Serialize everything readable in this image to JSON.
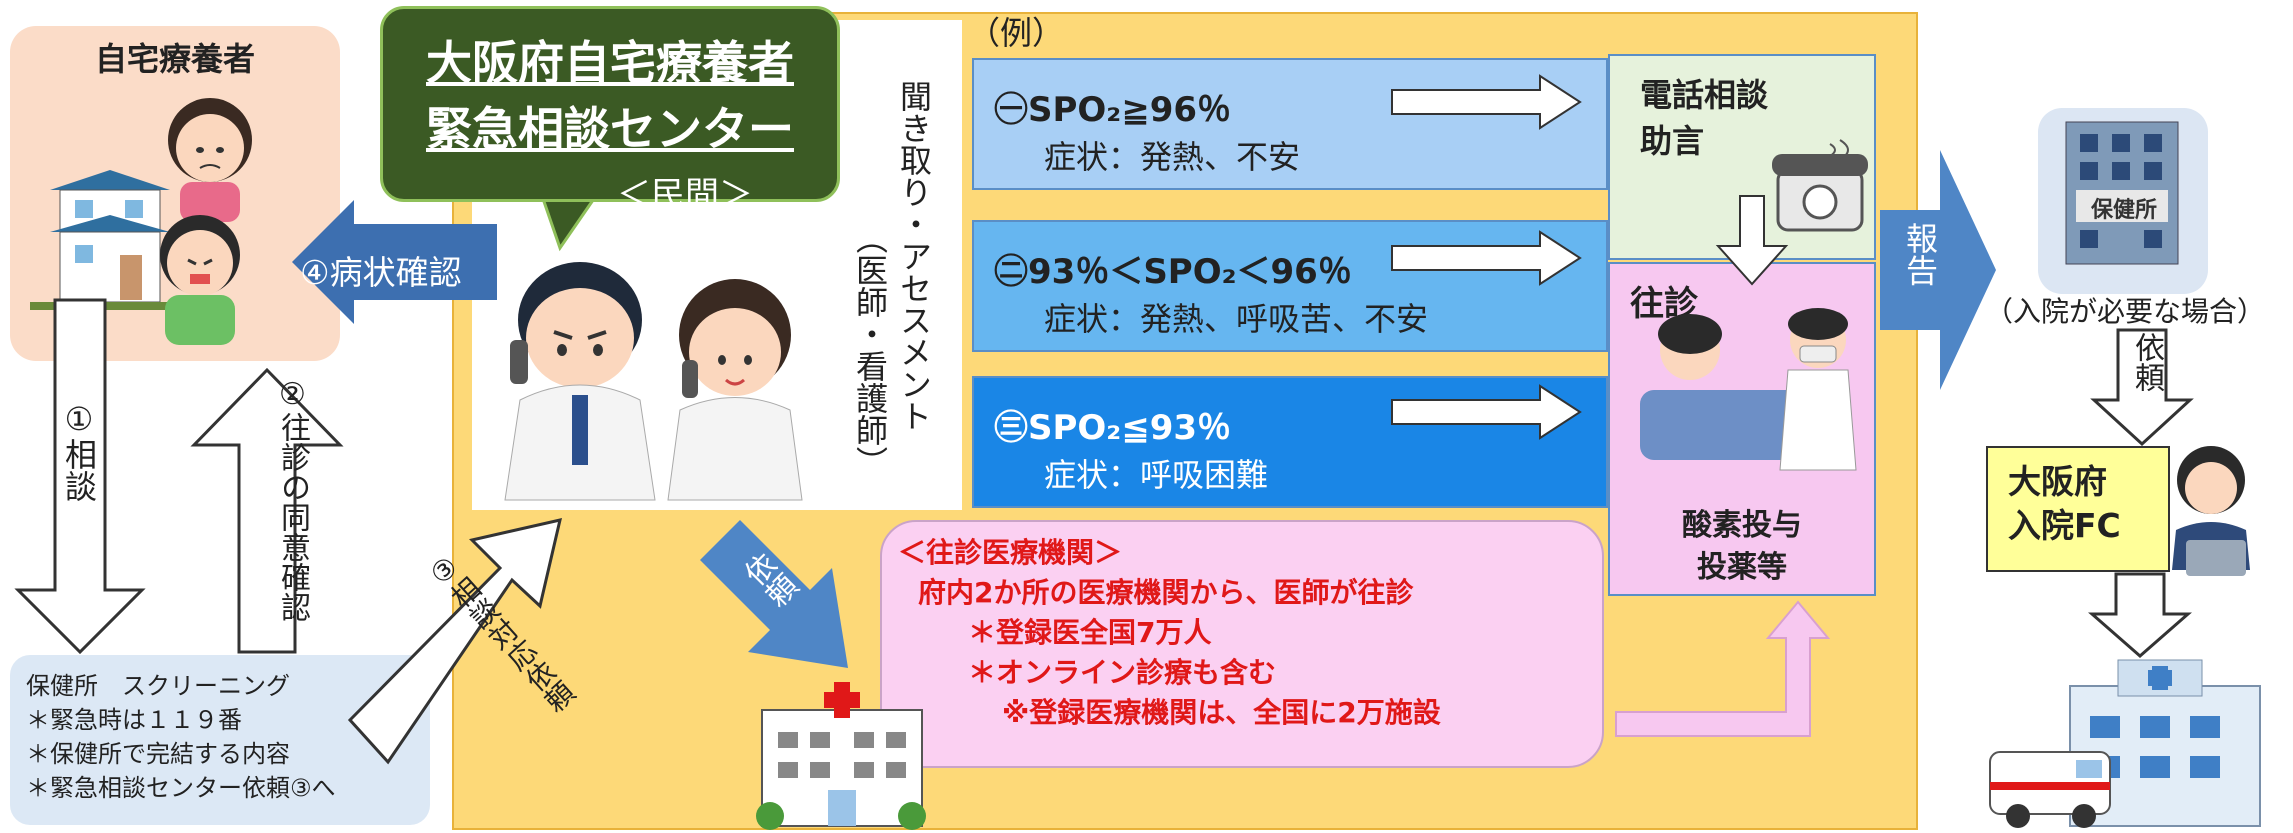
{
  "patient": {
    "title": "自宅療養者"
  },
  "center": {
    "title_line1": "大阪府自宅療養者",
    "title_line2": "緊急相談センター",
    "subtitle": "＜民間＞"
  },
  "example_label": "（例）",
  "assessment": {
    "main": "聞き取り・アセスメント",
    "sub": "（医師・看護師）"
  },
  "cases": [
    {
      "marker": "㊀",
      "criteria": "SPO₂≧96％",
      "symptoms": "症状：発熱、不安",
      "color": "#a8cff5"
    },
    {
      "marker": "㊁",
      "criteria": "93％＜SPO₂＜96％",
      "symptoms": "症状：発熱、呼吸苦、不安",
      "color": "#66b6f0"
    },
    {
      "marker": "㊂",
      "criteria": "SPO₂≦93％",
      "symptoms": "症状：呼吸困難",
      "color": "#1a86e6"
    }
  ],
  "phone": {
    "line1": "電話相談",
    "line2": "助言"
  },
  "visit": {
    "title": "往診",
    "line1": "酸素投与",
    "line2": "投薬等"
  },
  "report_label": "報告",
  "hokenjo": {
    "sign": "保健所",
    "note": "（入院が必要な場合）"
  },
  "request_label": "依頼",
  "fc": {
    "line1": "大阪府",
    "line2": "入院FC"
  },
  "flow": {
    "step1": "①相談",
    "step2": "②往診の同意確認",
    "step3": "③相談対応依頼",
    "step4": "④病状確認",
    "request_center": "依頼"
  },
  "screening": {
    "line1": "保健所　スクリーニング",
    "line2": "＊緊急時は１１９番",
    "line3": "＊保健所で完結する内容",
    "line4": "＊緊急相談センター依頼③へ"
  },
  "medical": {
    "title": "＜往診医療機関＞",
    "line1": "府内2か所の医療機関から、医師が往診",
    "line2": "＊登録医全国7万人",
    "line3": "＊オンライン診療も含む",
    "line4": "※登録医療機関は、全国に2万施設"
  },
  "colors": {
    "yellow": "#fdd978",
    "dark_green": "#3b5a24",
    "blue_arrow": "#4f86c6",
    "pink": "#fbd0f2",
    "red_text": "#e01818"
  }
}
